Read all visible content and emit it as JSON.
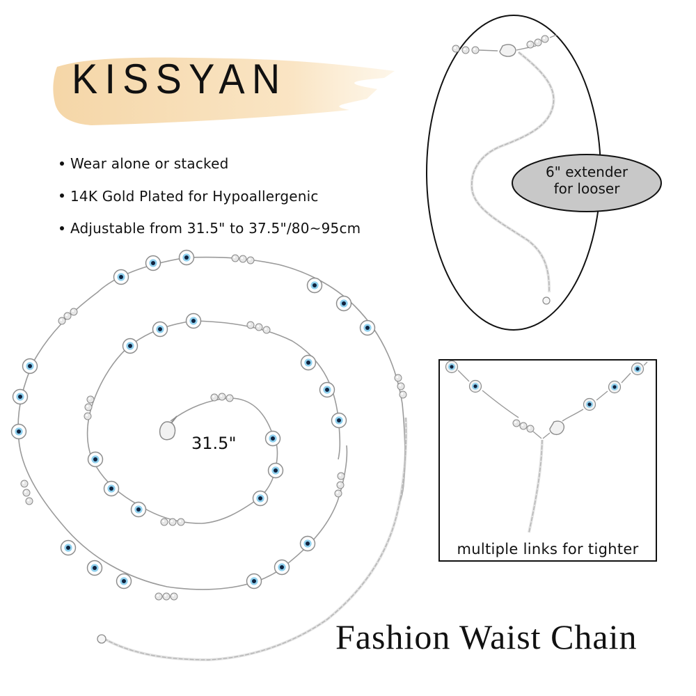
{
  "brand": {
    "name": "KISSYAN",
    "brush_color": "#f6d9a8"
  },
  "features": [
    {
      "text": "Wear alone or stacked"
    },
    {
      "text": "14K Gold Plated for Hypoallergenic"
    },
    {
      "text": "Adjustable from 31.5\" to 37.5\"/80~95cm"
    }
  ],
  "main_chain": {
    "size_label": "31.5\"",
    "bead_colors": {
      "eye_outer": "#ffffff",
      "eye_ring": "#8fd0ee",
      "eye_pupil": "#10233f",
      "metal": "#b8b8b8"
    }
  },
  "extender_callout": {
    "line1": "6\" extender",
    "line2": "for looser",
    "badge_fill": "#c8c8c8"
  },
  "tight_callout": {
    "label": "multiple links for tighter"
  },
  "product_title": "Fashion Waist Chain"
}
